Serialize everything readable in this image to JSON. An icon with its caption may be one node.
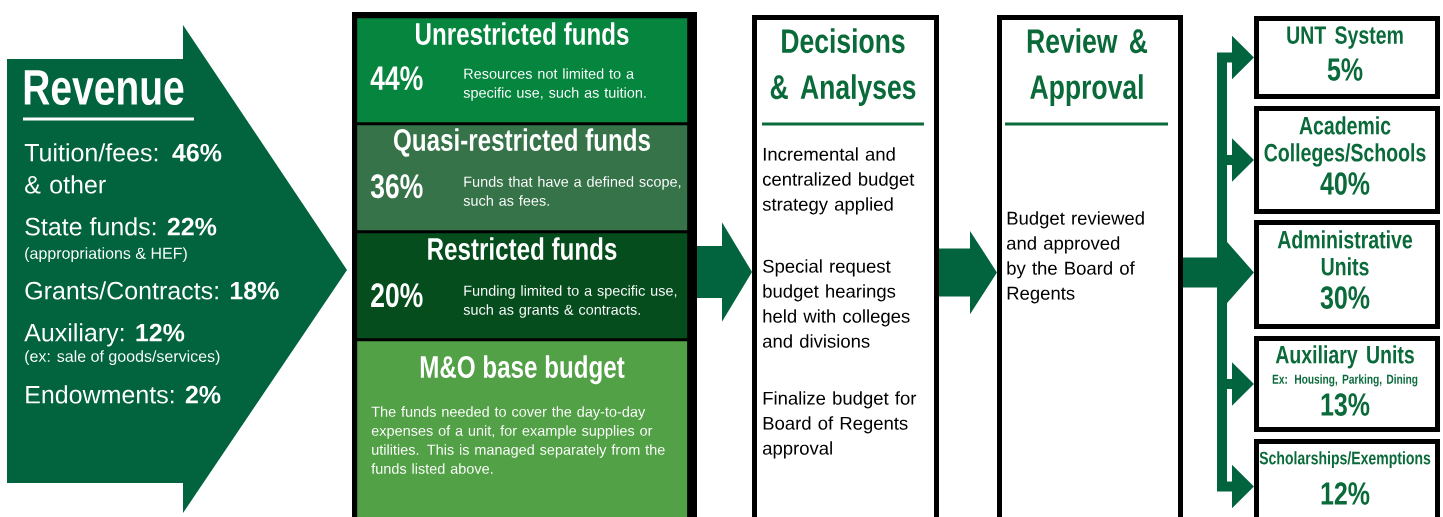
{
  "diagram": {
    "nodes": [
      {
        "text": [
          "Revenue",
          "Tuition/fees: **46%** & other",
          "State funds: **22%**",
          "(appropriations & HEF)",
          "Grants/Contracts: **18%**",
          "Auxiliary: **12%**",
          "(ex: sale of goods/services)",
          "Endowments: **2%**"
        ]
      },
      {
        "text": [],
        "shape": "box"
      },
      {
        "text": [
          "Unrestricted funds",
          "44%",
          "Resources not limited to a specific use, such as tuition."
        ],
        "in": 1
      },
      {
        "text": [
          "Quasi-restricted funds",
          "36%",
          "Funds that have a defined scope, such as fees."
        ],
        "in": 1
      },
      {
        "text": [
          "Restricted funds",
          "20%",
          "Funding limited to a specific use, such as grants & contracts."
        ],
        "in": 1
      },
      {
        "text": [
          "M&O base budget",
          "The funds needed to cover the day-to-day expenses of a unit, for example supplies or utilities. This is managed separately from the funds listed above."
        ],
        "in": 1
      },
      {
        "text": [
          "Decisions & Analyses",
          "Incremental and centralized budget strategy applied",
          "Special request budget hearings held with colleges and divisions",
          "Finalize budget for Board of Regents approval"
        ]
      },
      {
        "text": [
          "Review & Approval",
          "Budget reviewed and approved by the Board of Regents"
        ]
      },
      {
        "text": [
          "UNT System",
          "5%"
        ]
      },
      {
        "text": [
          "Academic Colleges/Schools",
          "40%"
        ]
      },
      {
        "text": [
          "Administrative Units",
          "30%"
        ]
      },
      {
        "text": [
          "Auxiliary Units",
          "Ex: Housing, Parking, Dining",
          "13%"
        ]
      },
      {
        "text": [
          "Scholarships/Exemptions",
          "12%"
        ]
      }
    ],
    "edges": [
      {
        "from": 1,
        "to": 6,
        "arrow": "to",
        "style": "thick"
      },
      {
        "from": 6,
        "to": 7,
        "arrow": "to",
        "style": "thick"
      },
      {
        "from": 7,
        "to": 8,
        "arrow": "to"
      },
      {
        "from": 7,
        "to": 9,
        "arrow": "to"
      },
      {
        "from": 7,
        "to": 10,
        "arrow": "to",
        "style": "thick"
      },
      {
        "from": 7,
        "to": 11,
        "arrow": "to"
      },
      {
        "from": 7,
        "to": 12,
        "arrow": "to"
      }
    ]
  }
}
